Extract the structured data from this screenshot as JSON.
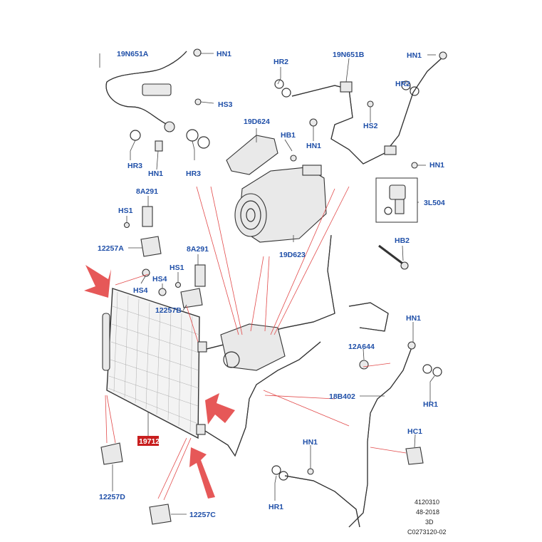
{
  "labels": {
    "p19N651A": "19N651A",
    "p19N651B": "19N651B",
    "p19D624": "19D624",
    "p19D623": "19D623",
    "p3L504": "3L504",
    "p8A291_top": "8A291",
    "p8A291_mid": "8A291",
    "p12257A": "12257A",
    "p12257B": "12257B",
    "p12257C": "12257C",
    "p12257D": "12257D",
    "p12A644": "12A644",
    "p18B402": "18B402",
    "p19712": "19712",
    "hn1_a": "HN1",
    "hn1_b": "HN1",
    "hn1_c": "HN1",
    "hn1_d": "HN1",
    "hn1_e": "HN1",
    "hn1_f": "HN1",
    "hn1_g": "HN1",
    "hs3": "HS3",
    "hr3_a": "HR3",
    "hr3_b": "HR3",
    "hr2_a": "HR2",
    "hr2_b": "HR2",
    "hs2": "HS2",
    "hb1": "HB1",
    "hb2": "HB2",
    "hs1_a": "HS1",
    "hs1_b": "HS1",
    "hs4_a": "HS4",
    "hs4_b": "HS4",
    "hr1_a": "HR1",
    "hr1_b": "HR1",
    "hc1": "HC1"
  },
  "ref_block": {
    "line1": "4120310",
    "line2": "48-2018",
    "line3": "3D",
    "line4": "C0273120-02"
  },
  "colors": {
    "label_blue": "#1f4fa8",
    "highlight_red": "#c81e1e",
    "arrow_red": "#e23b3b",
    "leader_red": "#e24a4a"
  }
}
